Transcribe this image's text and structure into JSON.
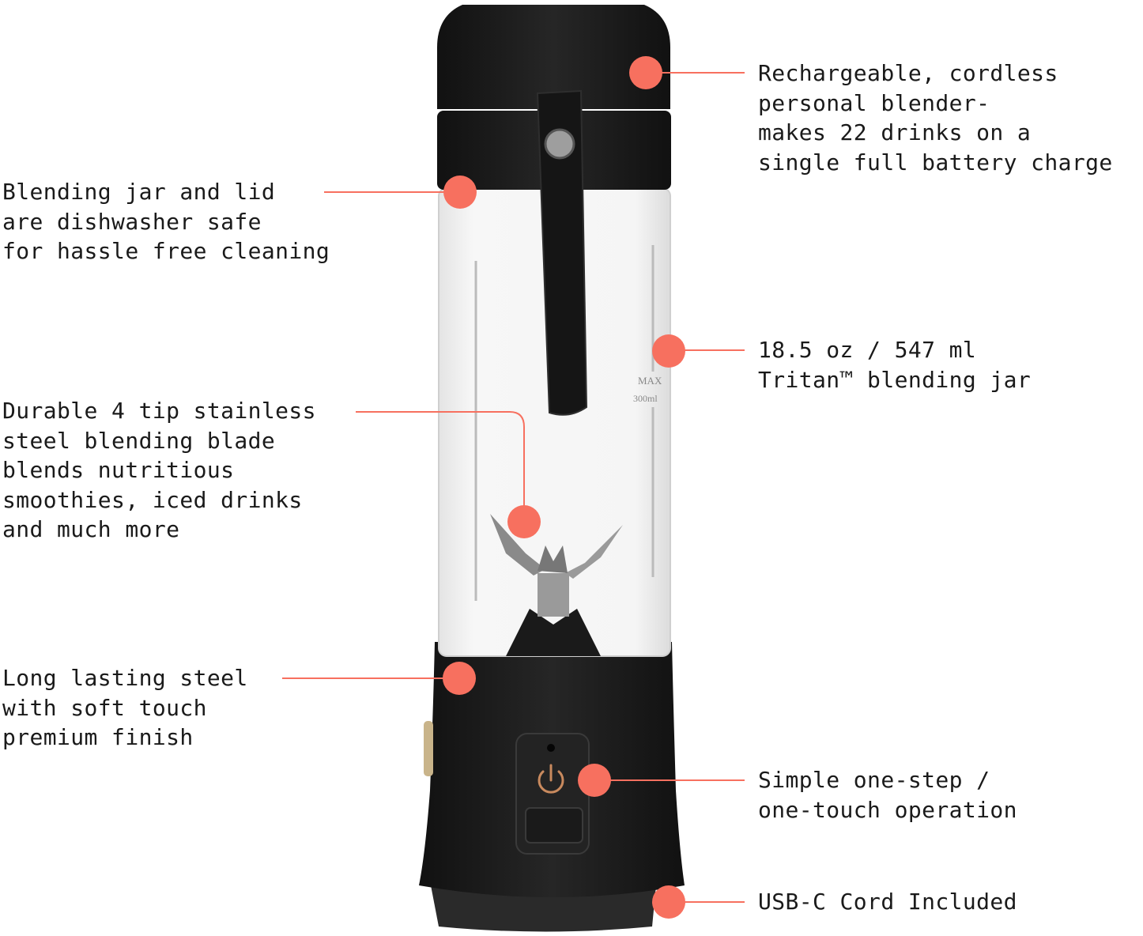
{
  "colors": {
    "accent": "#f7705f",
    "product": "#1b1b1b",
    "power_icon": "#c98a5e"
  },
  "product": {
    "jar_markings": [
      "MAX",
      "300ml"
    ]
  },
  "callouts": [
    {
      "id": "battery",
      "lines": [
        "Rechargeable, cordless",
        "personal blender-",
        "makes 22 drinks on a",
        "single full battery charge"
      ]
    },
    {
      "id": "dishwasher",
      "lines": [
        "Blending jar and lid",
        "are dishwasher safe",
        "for hassle free cleaning"
      ]
    },
    {
      "id": "jar",
      "lines": [
        "18.5 oz / 547 ml",
        "Tritan™ blending jar"
      ]
    },
    {
      "id": "blade",
      "lines": [
        "Durable 4 tip stainless",
        "steel blending blade",
        "blends nutritious",
        "smoothies, iced drinks",
        "and much more"
      ]
    },
    {
      "id": "finish",
      "lines": [
        "Long lasting steel",
        "with soft touch",
        "premium finish"
      ]
    },
    {
      "id": "operation",
      "lines": [
        "Simple one-step /",
        "one-touch operation"
      ]
    },
    {
      "id": "usb",
      "lines": [
        "USB-C Cord Included"
      ]
    }
  ]
}
